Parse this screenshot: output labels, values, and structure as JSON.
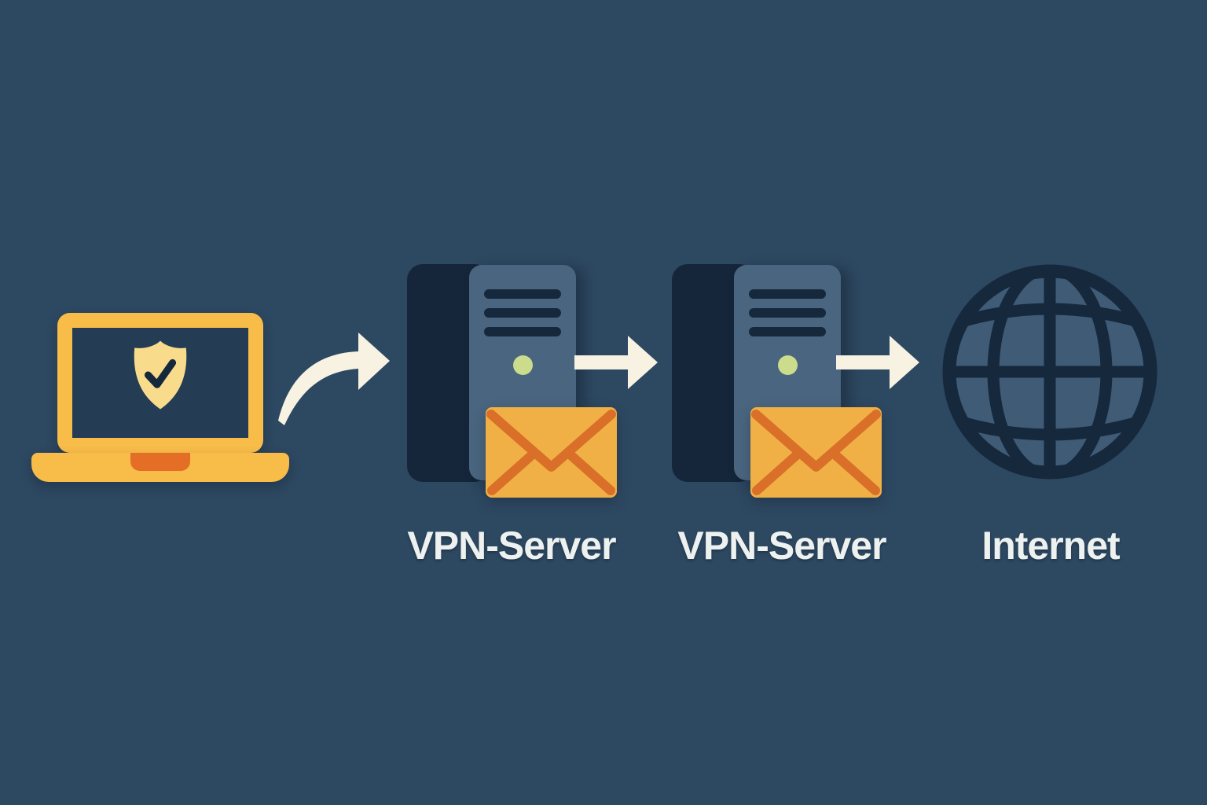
{
  "nodes": [
    {
      "id": "client-laptop",
      "icon": "laptop-shield-icon",
      "label": ""
    },
    {
      "id": "vpn-server-1",
      "icon": "server-envelope-icon",
      "label": "VPN-Server"
    },
    {
      "id": "vpn-server-2",
      "icon": "server-envelope-icon",
      "label": "VPN-Server"
    },
    {
      "id": "internet",
      "icon": "globe-icon",
      "label": "Internet"
    }
  ],
  "connections": [
    {
      "from": "client-laptop",
      "to": "vpn-server-1",
      "style": "curved-arrow"
    },
    {
      "from": "vpn-server-1",
      "to": "vpn-server-2",
      "style": "straight-arrow"
    },
    {
      "from": "vpn-server-2",
      "to": "internet",
      "style": "straight-arrow"
    }
  ],
  "colors": {
    "bg": "#2D4861",
    "navy": "#16283C",
    "screen": "#253C55",
    "tower-front": "#4A657F",
    "tower-back": "#15263A",
    "led": "#CBDC8D",
    "envelope": "#F0B045",
    "envelope-accent": "#D96F28",
    "laptop-body": "#F8BC49",
    "laptop-notch": "#E56E27",
    "shield": "#F8DC8C",
    "arrow": "#F7F2E2",
    "label-text": "#EDF1EF",
    "globe-fill": "#3F5B76"
  }
}
